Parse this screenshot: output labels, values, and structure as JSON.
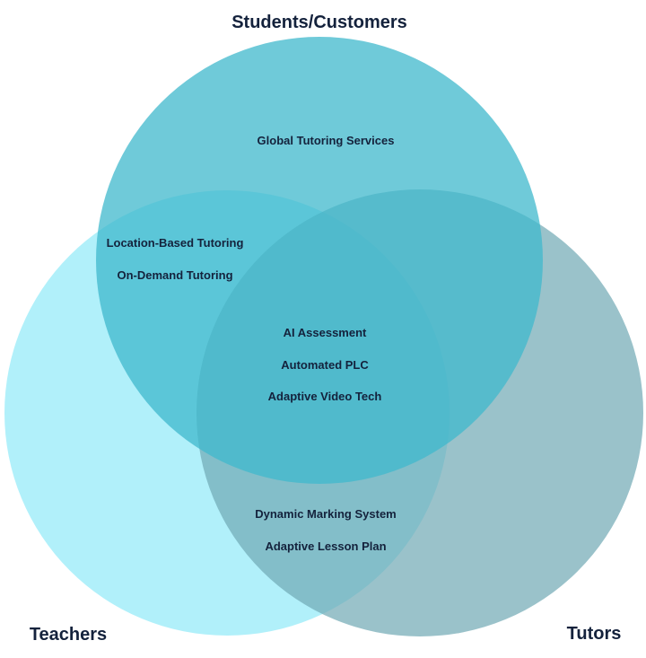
{
  "sets": {
    "students": {
      "label": "Students/Customers",
      "color": "#4cbfd2"
    },
    "teachers": {
      "label": "Teachers",
      "color": "#a9eef9"
    },
    "tutors": {
      "label": "Tutors",
      "color": "#7fb3bd"
    }
  },
  "regions": {
    "students_only": {
      "items": [
        "Global Tutoring Services"
      ]
    },
    "students_teachers": {
      "items": [
        "Location-Based Tutoring",
        "On-Demand Tutoring"
      ]
    },
    "all_three": {
      "items": [
        "AI Assessment",
        "Automated PLC",
        "Adaptive Video Tech"
      ]
    },
    "teachers_tutors": {
      "items": [
        "Dynamic Marking System",
        "Adaptive Lesson Plan"
      ]
    }
  }
}
